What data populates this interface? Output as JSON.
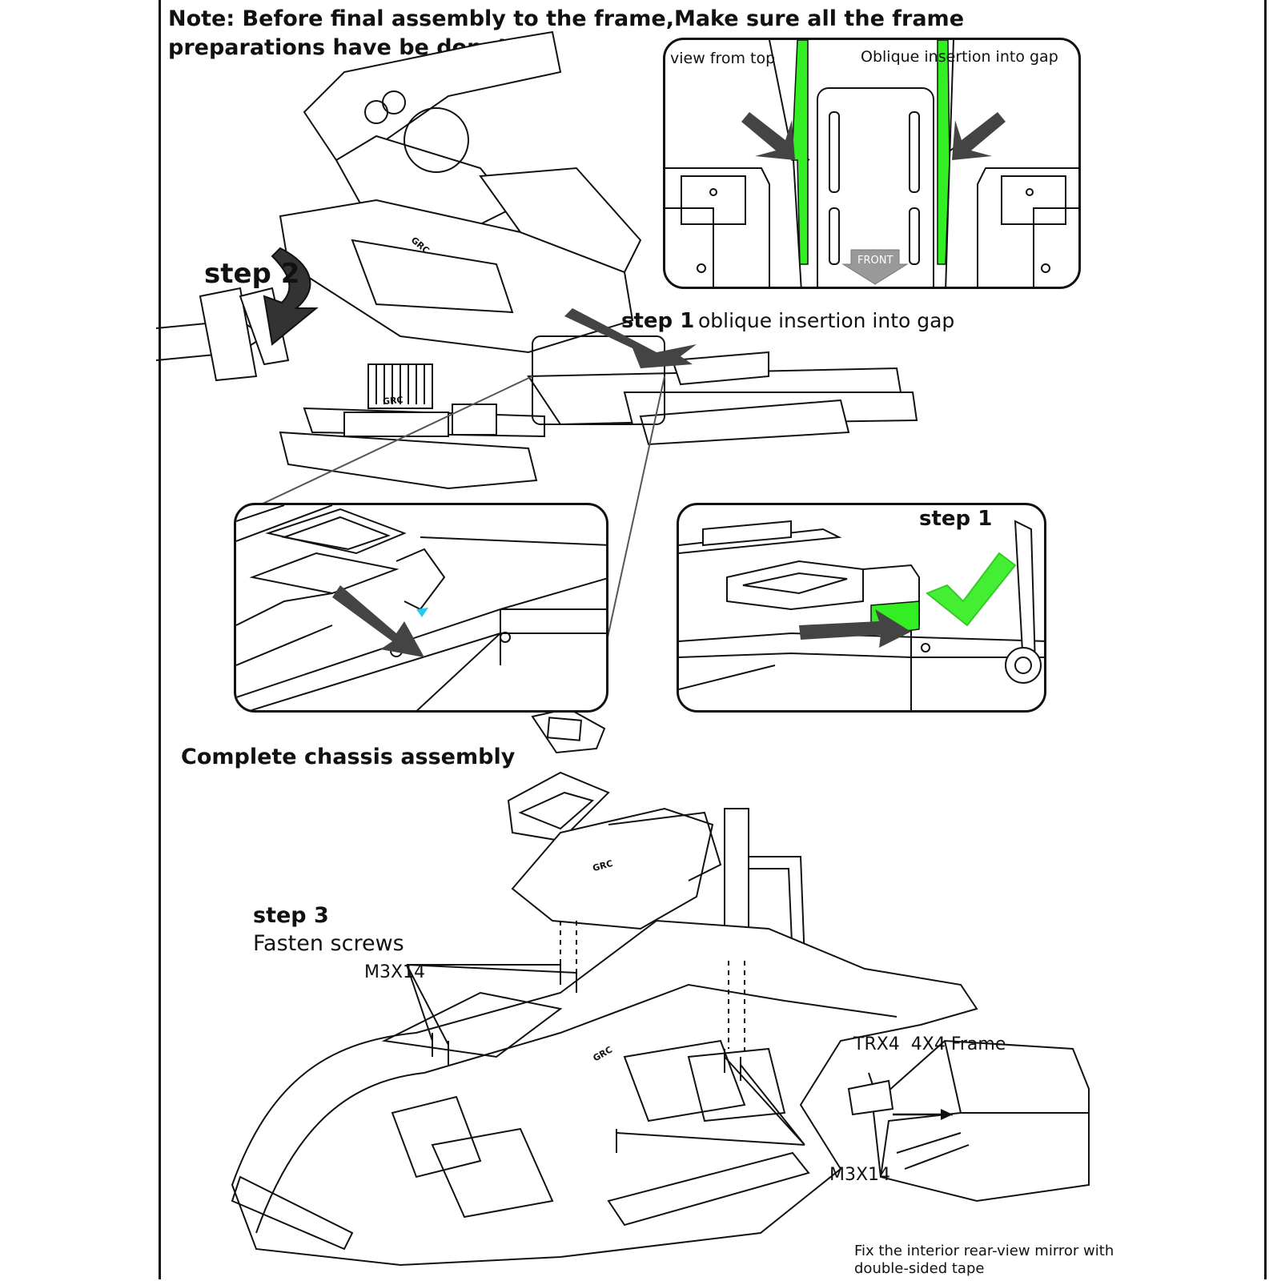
{
  "note": "Note: Before final assembly to the frame,Make sure all the frame preparations have be done!",
  "top_view_panel": {
    "view_from_top": "view from top",
    "oblique_insertion": "Oblique insertion into gap",
    "front_label": "FRONT"
  },
  "step2": {
    "label": "step 2"
  },
  "step1_main": {
    "label": "step 1",
    "desc": "oblique insertion into gap"
  },
  "step1_detail": {
    "label": "step 1"
  },
  "complete": {
    "title": "Complete chassis assembly"
  },
  "step3": {
    "label": "step 3",
    "desc": "Fasten screws"
  },
  "screws": {
    "left": "M3X14",
    "right": "M3X14"
  },
  "frame_label": "TRX4  4X4 Frame",
  "mirror_note": {
    "line1": "Fix the interior rear-view mirror with",
    "line2": "double-sided tape"
  },
  "brand_marks": [
    "GRC",
    "GRC",
    "GRC",
    "GRC"
  ],
  "colors": {
    "highlight_green": "#33ee22",
    "check_green": "#44ee33",
    "cyan_marker": "#22ccee",
    "arrow_gray": "#555555"
  },
  "icons": [
    "down-arrow-icon",
    "check-mark-icon",
    "insertion-arrow-icon",
    "front-arrow-icon"
  ]
}
